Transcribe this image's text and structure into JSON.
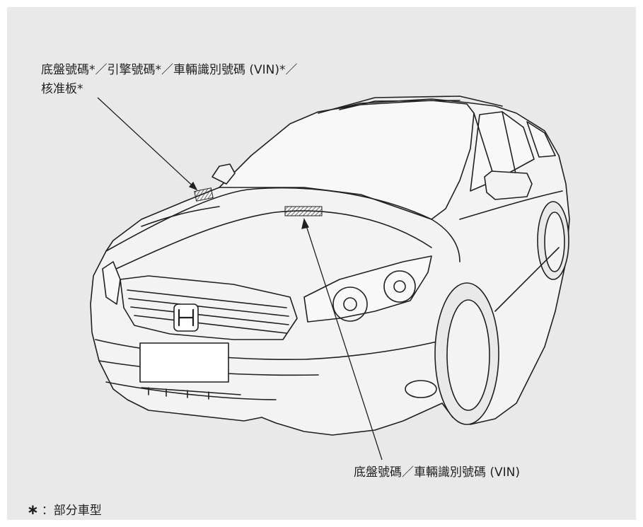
{
  "labels": {
    "top_line1": "底盤號碼*／引擎號碼*／車輛識別號碼 (VIN)*／",
    "top_line2": "核准板*",
    "bottom": "底盤號碼／車輛識別號碼 (VIN)"
  },
  "footnote": {
    "symbol": "∗",
    "text": "：部分車型"
  },
  "colors": {
    "background": "#e9e9ea",
    "line": "#231f20",
    "car_fill": "#f1f1f1"
  }
}
